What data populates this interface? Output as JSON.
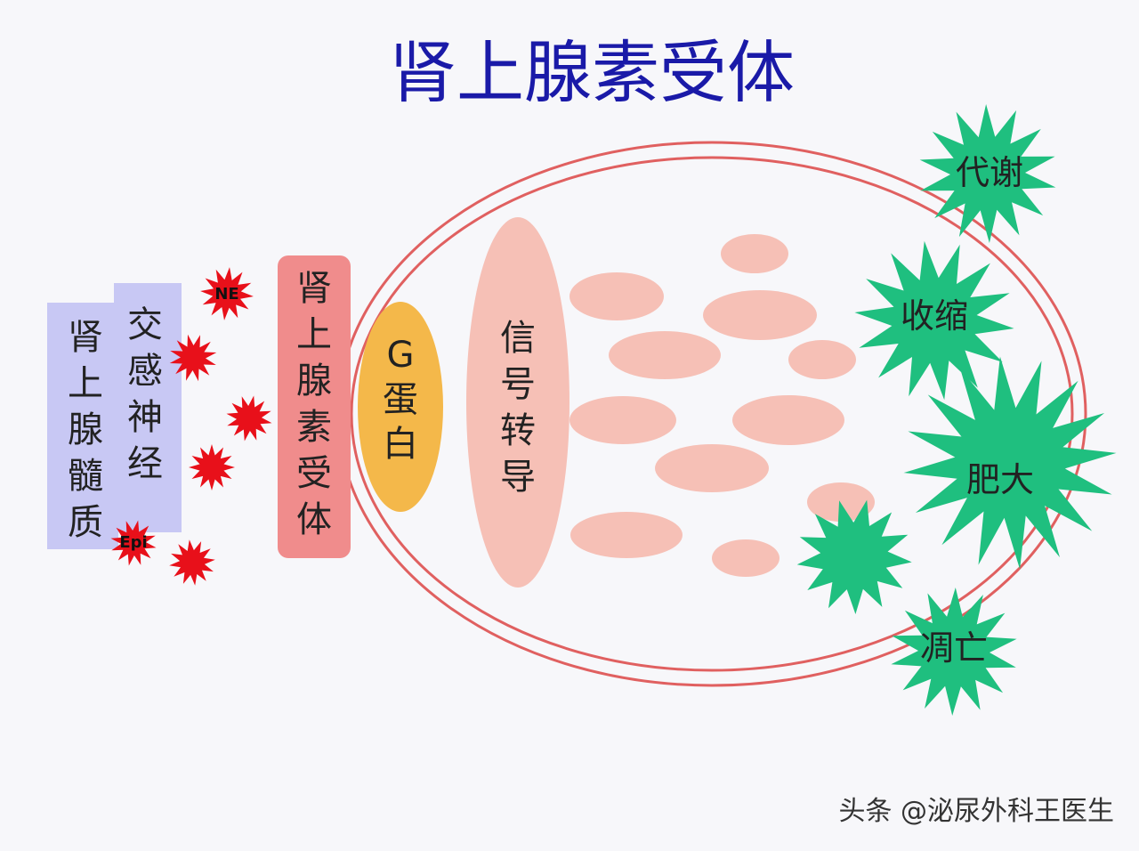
{
  "title": "肾上腺素受体",
  "left_labels": {
    "adrenal_medulla": "肾上腺髓质",
    "sympathetic_nerve": "交感神经"
  },
  "receptor": "肾上腺素受体",
  "g_protein": {
    "line1": "G",
    "line2": "蛋白"
  },
  "signal_transduction": "信号转导",
  "ligands": {
    "ne": "NE",
    "epi": "Epi"
  },
  "effects": [
    "代谢",
    "收缩",
    "肥大",
    "凋亡"
  ],
  "watermark": "头条 @泌尿外科王医生",
  "colors": {
    "title": "#1a1aa8",
    "left_boxes": "#c8c8f4",
    "receptor": "#f08c8c",
    "g_protein": "#f4b84a",
    "signal": "#f6c0b6",
    "cell_outline": "#e06060",
    "burst_red": "#e8101a",
    "burst_green": "#1fbf7f"
  }
}
